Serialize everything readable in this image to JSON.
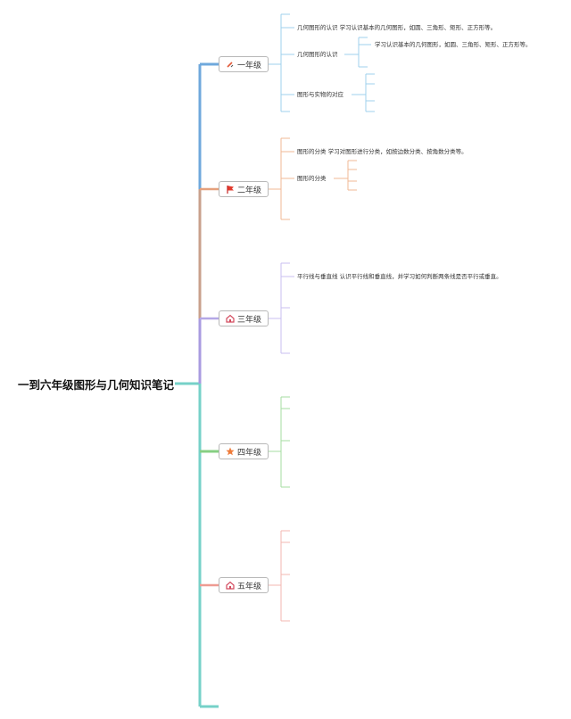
{
  "root": {
    "title": "一到六年级图形与几何知识笔记"
  },
  "grades": [
    {
      "label": "一年级",
      "icon": "pencil-icon",
      "color": "#6fb5e3"
    },
    {
      "label": "二年级",
      "icon": "red-flag-icon",
      "color": "#e5a07c"
    },
    {
      "label": "三年级",
      "icon": "home-icon",
      "color": "#b4a7e6"
    },
    {
      "label": "四年级",
      "icon": "star-icon",
      "color": "#86cf82"
    },
    {
      "label": "五年级",
      "icon": "home-icon",
      "color": "#ee9b92"
    }
  ],
  "leaves": {
    "g1_a": "几何图形的认识 学习认识基本的几何图形，如圆、三角形、矩形、正方形等。",
    "g1_b": "几何图形的认识",
    "g1_b1": "学习认识基本的几何图形，如圆、三角形、矩形、正方形等。",
    "g1_c": "图形与实物的对应",
    "g2_a": "图形的分类 学习对图形进行分类，如按边数分类、按角数分类等。",
    "g2_b": "图形的分类",
    "g3_a": "平行线与垂直线 认识平行线和垂直线，并学习如何判断两条线是否平行或垂直。"
  },
  "colors": {
    "trunk_top": "#6fa8dc",
    "trunk_bottom": "#76d1c8",
    "root_stub": "#76d1c8"
  }
}
